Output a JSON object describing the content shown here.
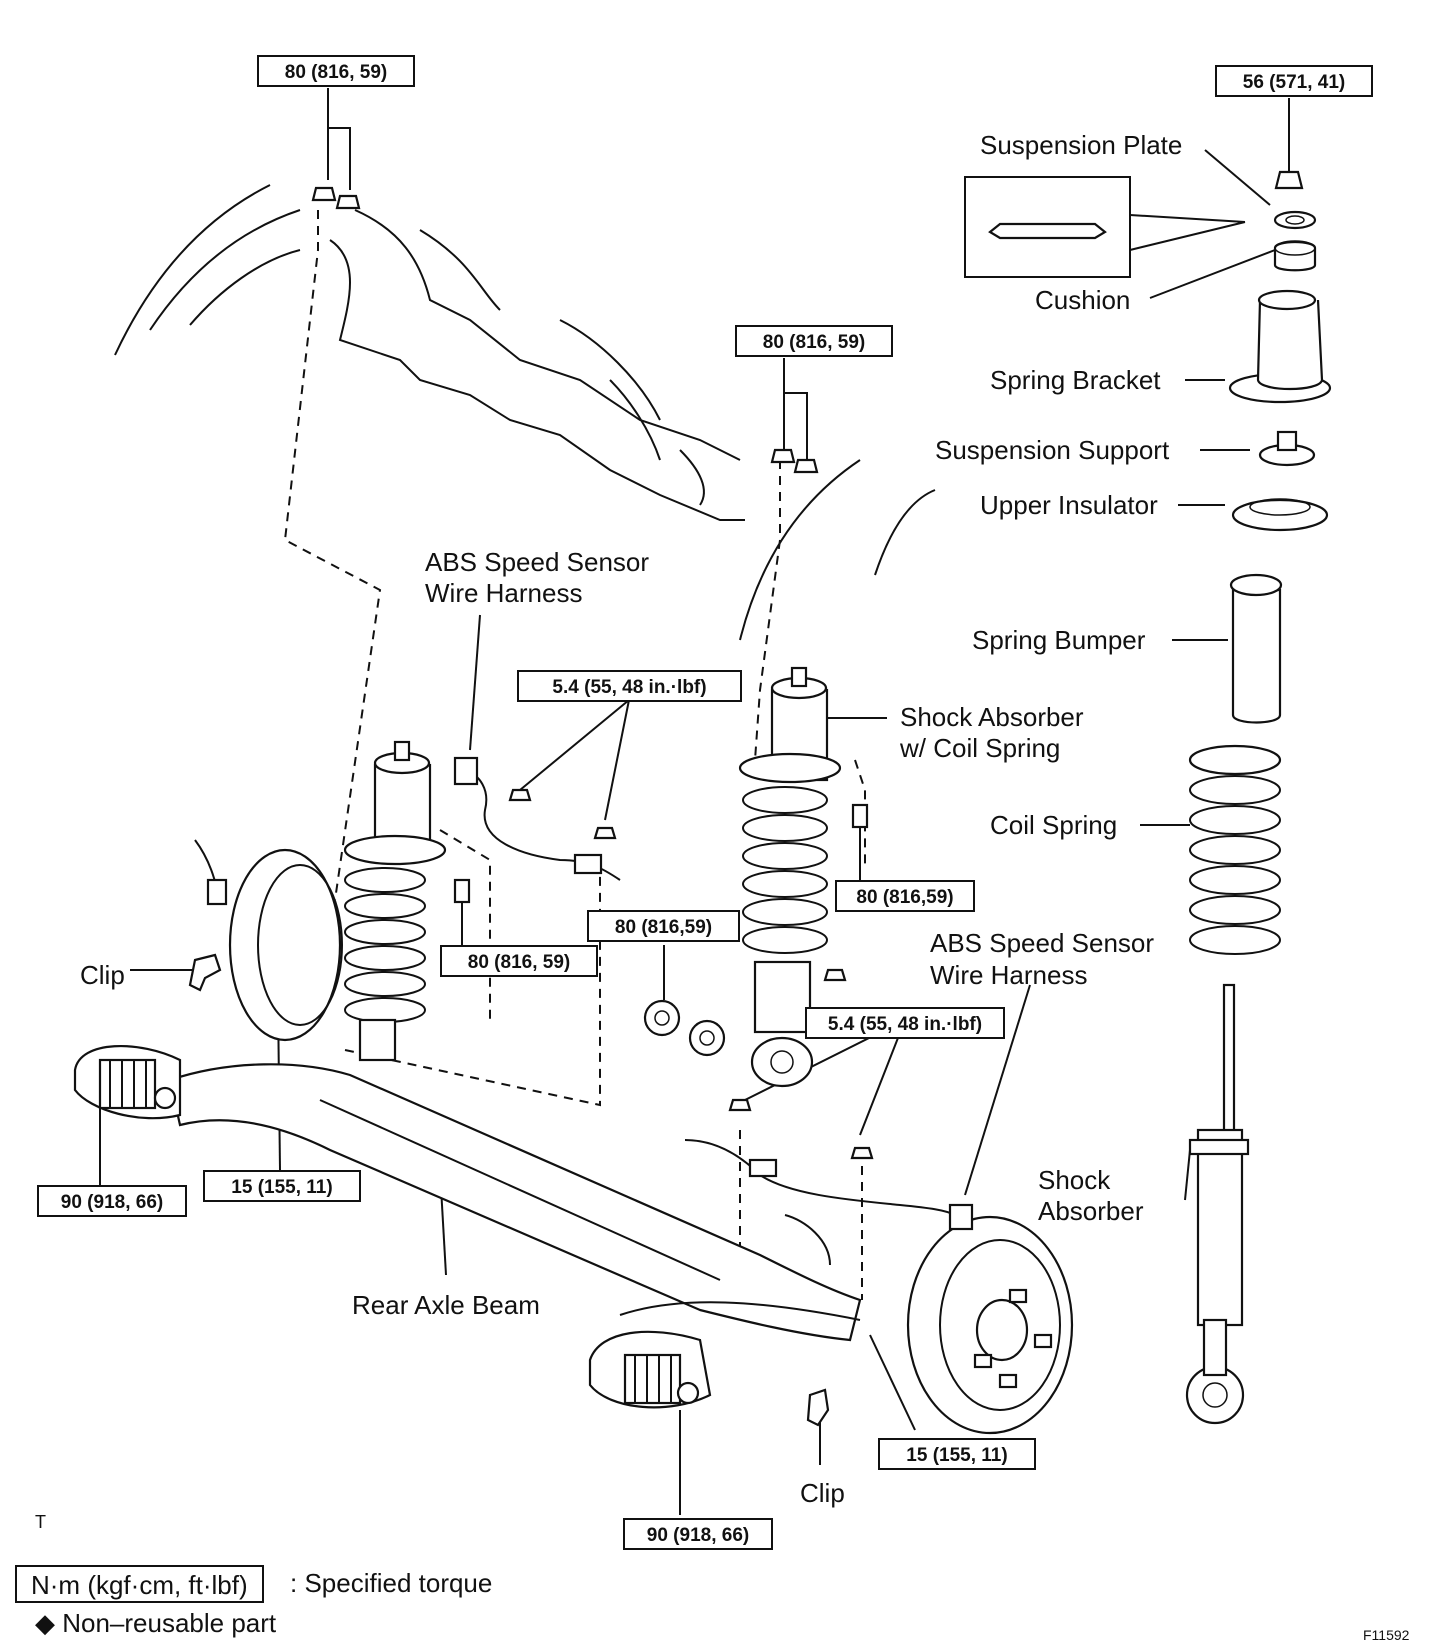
{
  "torque_labels": {
    "t1": "80 (816, 59)",
    "t2": "56 (571, 41)",
    "t3": "80 (816, 59)",
    "t4": "5.4 (55, 48 in.·lbf)",
    "t5": "80 (816,59)",
    "t6": "80 (816, 59)",
    "t7": "80 (816,59)",
    "t8": "5.4 (55, 48 in.·lbf)",
    "t9": "90 (918, 66)",
    "t10": "15 (155, 11)",
    "t11": "15 (155, 11)",
    "t12": "90 (918, 66)"
  },
  "part_labels": {
    "suspension_plate": "Suspension Plate",
    "cushion": "Cushion",
    "spring_bracket": "Spring Bracket",
    "suspension_support": "Suspension Support",
    "upper_insulator": "Upper Insulator",
    "spring_bumper": "Spring Bumper",
    "abs_left_1": "ABS Speed Sensor",
    "abs_left_2": "Wire Harness",
    "shock_coil_1": "Shock Absorber",
    "shock_coil_2": "w/ Coil Spring",
    "coil_spring": "Coil Spring",
    "abs_right_1": "ABS Speed Sensor",
    "abs_right_2": "Wire Harness",
    "shock_1": "Shock",
    "shock_2": "Absorber",
    "clip_left": "Clip",
    "clip_bottom": "Clip",
    "rear_axle_beam": "Rear Axle Beam"
  },
  "legend": {
    "torque_units": "N·m (kgf·cm, ft·lbf)",
    "torque_desc": ": Specified torque",
    "nonreusable": "◆ Non–reusable part"
  },
  "corner_mark": "T",
  "figure_code": "F11592"
}
